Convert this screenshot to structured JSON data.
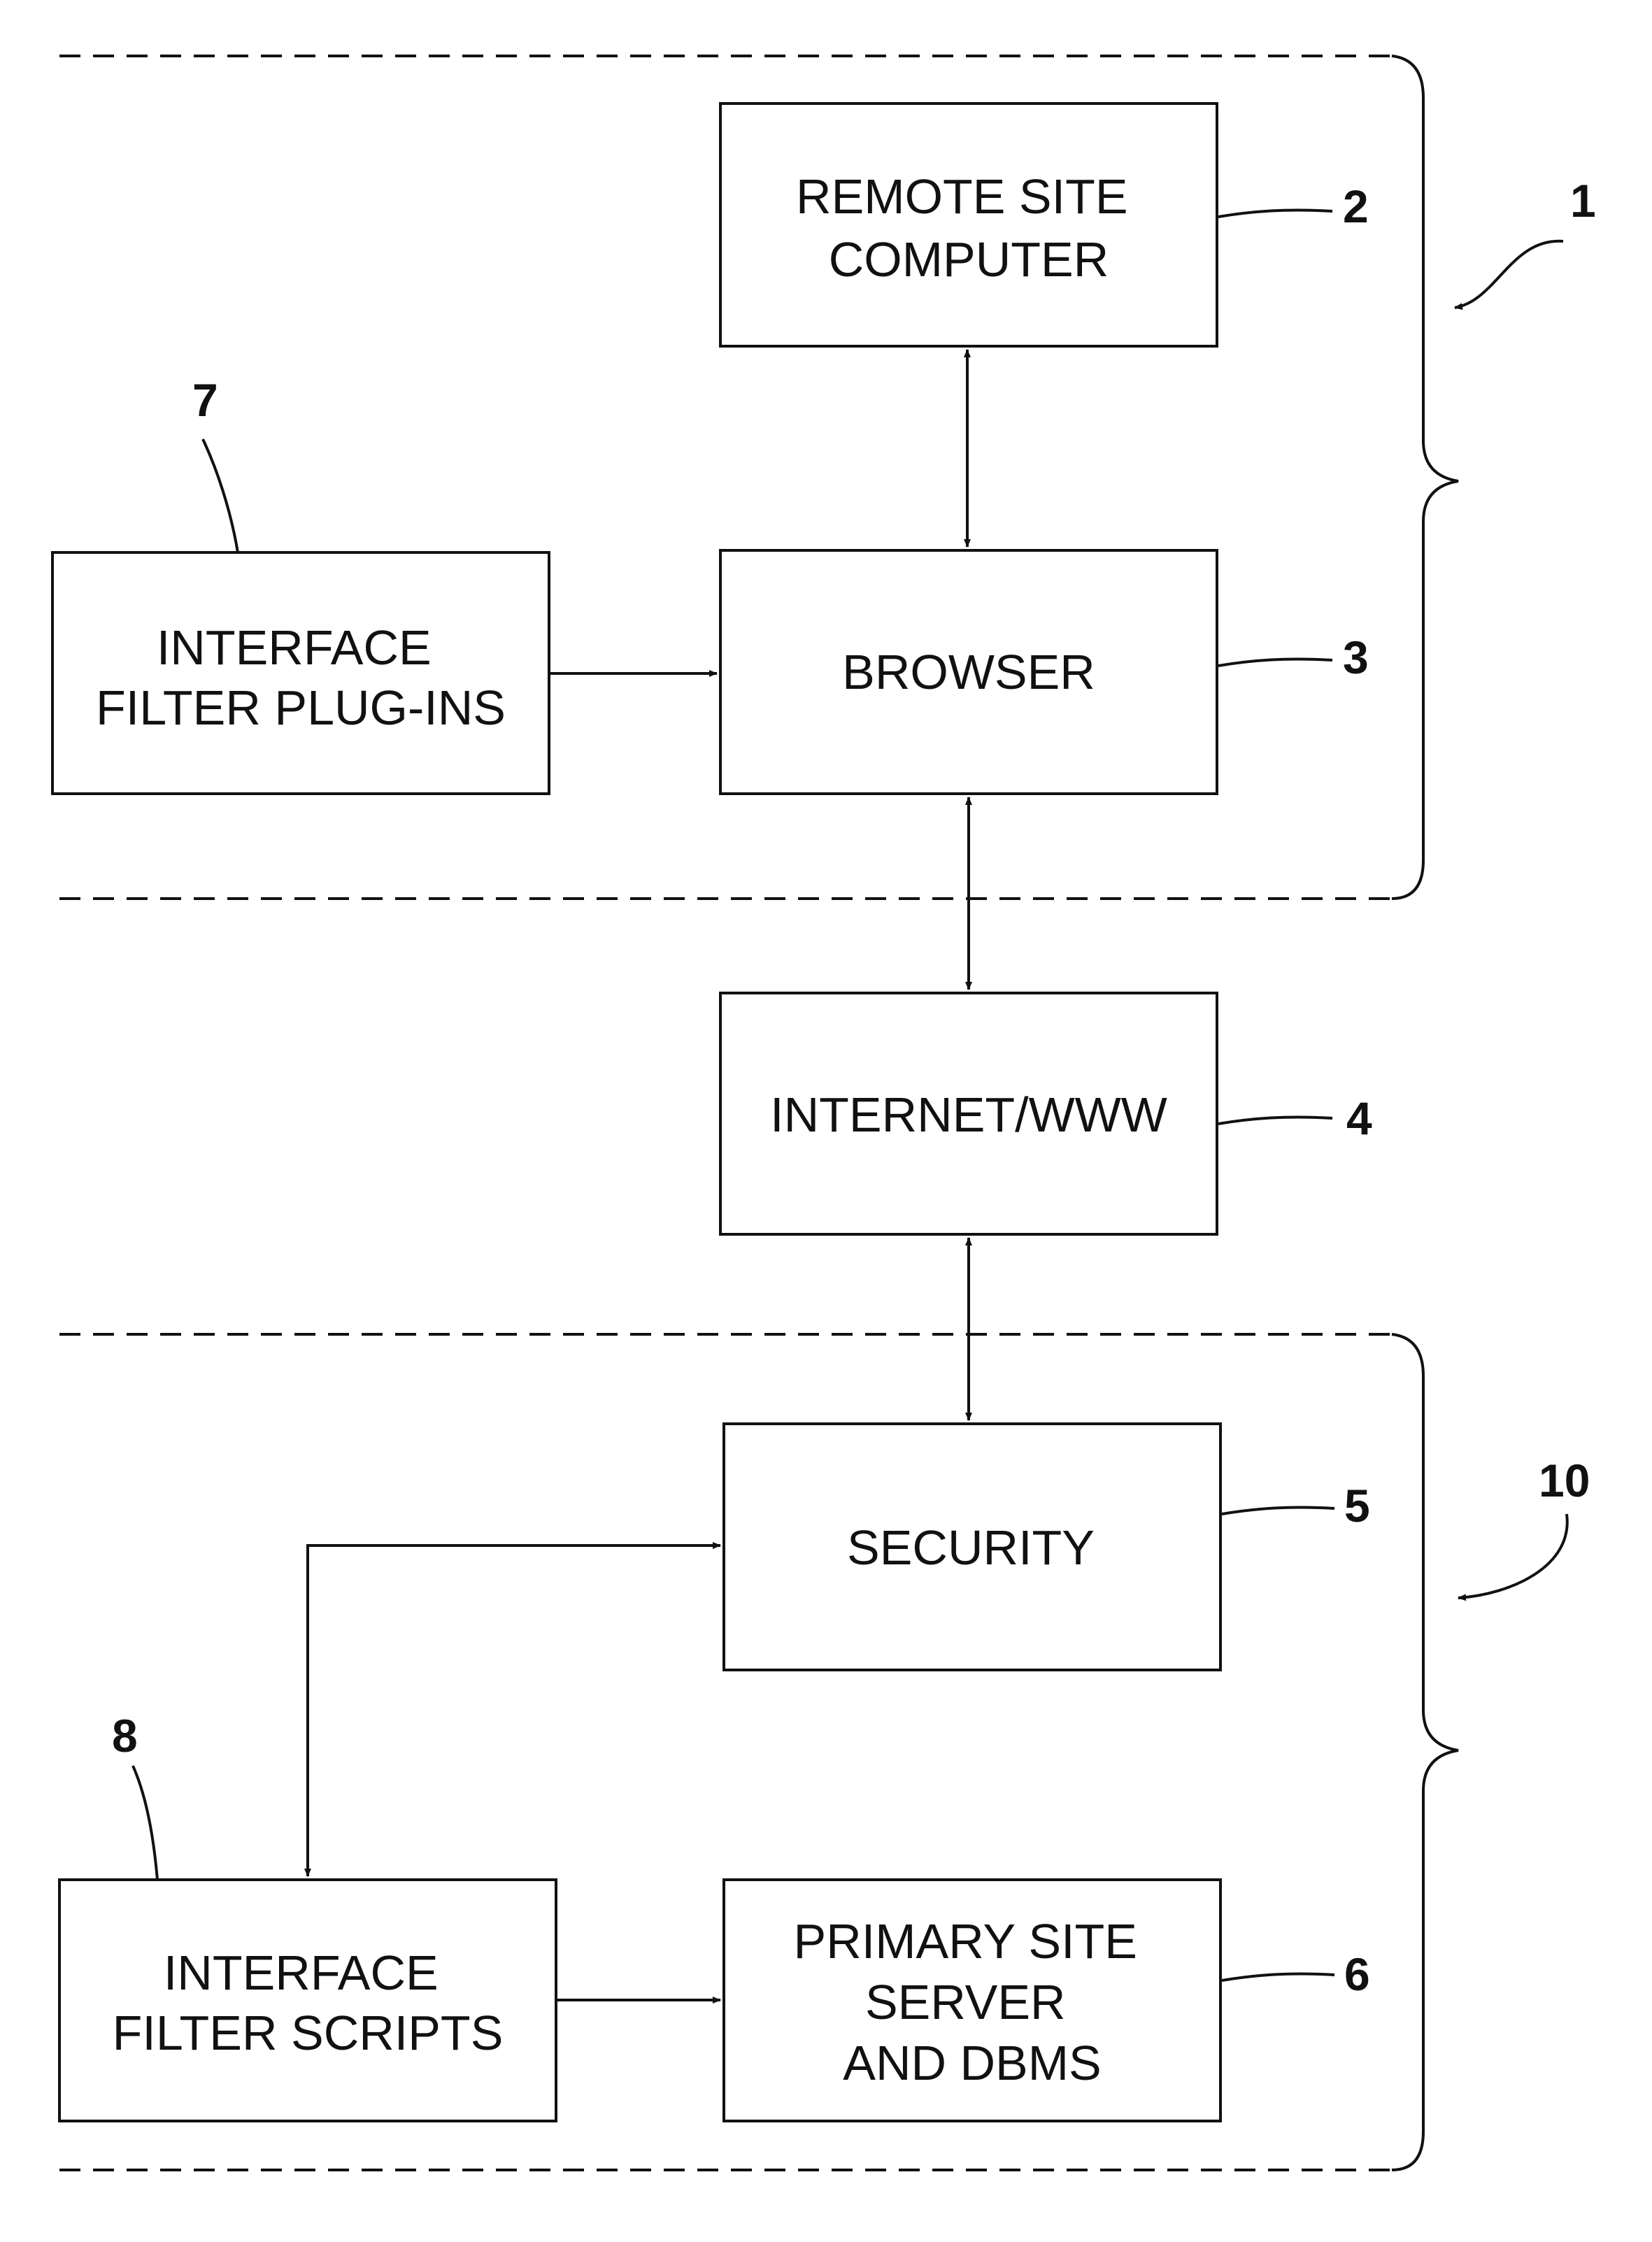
{
  "colors": {
    "ink": "#111111",
    "background": "#ffffff"
  },
  "boxes": {
    "remote_site_computer": {
      "lines": [
        "REMOTE SITE",
        "COMPUTER"
      ],
      "ref": "2"
    },
    "browser": {
      "lines": [
        "BROWSER"
      ],
      "ref": "3"
    },
    "interface_filter_plugins": {
      "lines": [
        "INTERFACE",
        "FILTER PLUG-INS"
      ],
      "ref": "7"
    },
    "internet_www": {
      "lines": [
        "INTERNET/WWW"
      ],
      "ref": "4"
    },
    "security": {
      "lines": [
        "SECURITY"
      ],
      "ref": "5"
    },
    "interface_filter_scripts": {
      "lines": [
        "INTERFACE",
        "FILTER SCRIPTS"
      ],
      "ref": "8"
    },
    "primary_site_server": {
      "lines": [
        "PRIMARY SITE",
        "SERVER",
        "AND DBMS"
      ],
      "ref": "6"
    }
  },
  "groups": {
    "remote_site": {
      "ref": "1"
    },
    "primary_site": {
      "ref": "10"
    }
  }
}
